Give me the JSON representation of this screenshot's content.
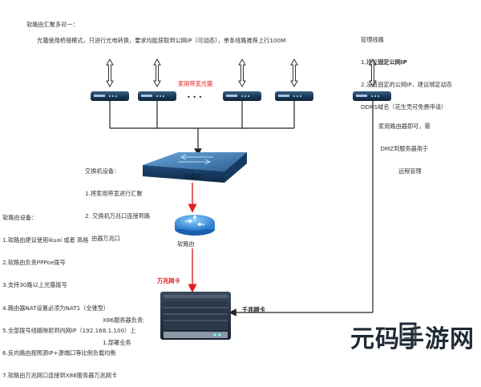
{
  "notes": {
    "soft_router_title": "软路由汇聚多对一：",
    "soft_router_desc": "光猫使用桥接模式，只进行光电转换，要求均能获取到公网IP（可动态），单条线路推荐上行100M",
    "mgmt_lines": {
      "title": "管理线路",
      "item1_prefix": "1.建议",
      "item1_highlight": "固定公网IP",
      "item2": "2.没有固定的公网IP，建议绑定动态",
      "item3": "DDNS域名（花生壳可免费申请）"
    },
    "home_modems_label": "家用带宽光猫",
    "ellipsis": "• • •",
    "home_router_note": [
      "家用路由器即可，需",
      "DMZ到服务器用于",
      "远程管理"
    ],
    "switch_device": [
      "交换机设备：",
      "1.将家用带宽进行汇聚",
      "2. 交换机万兆口连接到路",
      "由器万兆口"
    ],
    "switch_label": "交换机",
    "soft_router_device": [
      "软路由设备：",
      "1.软路由建议使用ikuai 或者 高格",
      "2.软路由负责PPPoe拨号",
      "3.支持30路以上光猫拨号",
      "4.路由器NAT设置必须为NAT1（全锥型）",
      "5.全部拨号线路映射到内网IP（192.168.1.100）上",
      "6.反向路由按照源IP+源端口等比例负载均衡",
      "7.软路由万兆网口连接到X86服务器万兆网卡"
    ],
    "router_label": "软路由",
    "ten_gig_nic": "万兆网卡",
    "server_note": [
      "X86服务器负责:",
      "1.部署业务"
    ],
    "gigabit_nic": "千兆网卡"
  },
  "watermark": {
    "text": "元码手游网"
  },
  "colors": {
    "red_arrow": "#e02020",
    "modem_body": "#1c3a5c",
    "switch_top": "#2f6fa8",
    "router_blue": "#2a7fd4",
    "server_dark": "#23303f"
  }
}
